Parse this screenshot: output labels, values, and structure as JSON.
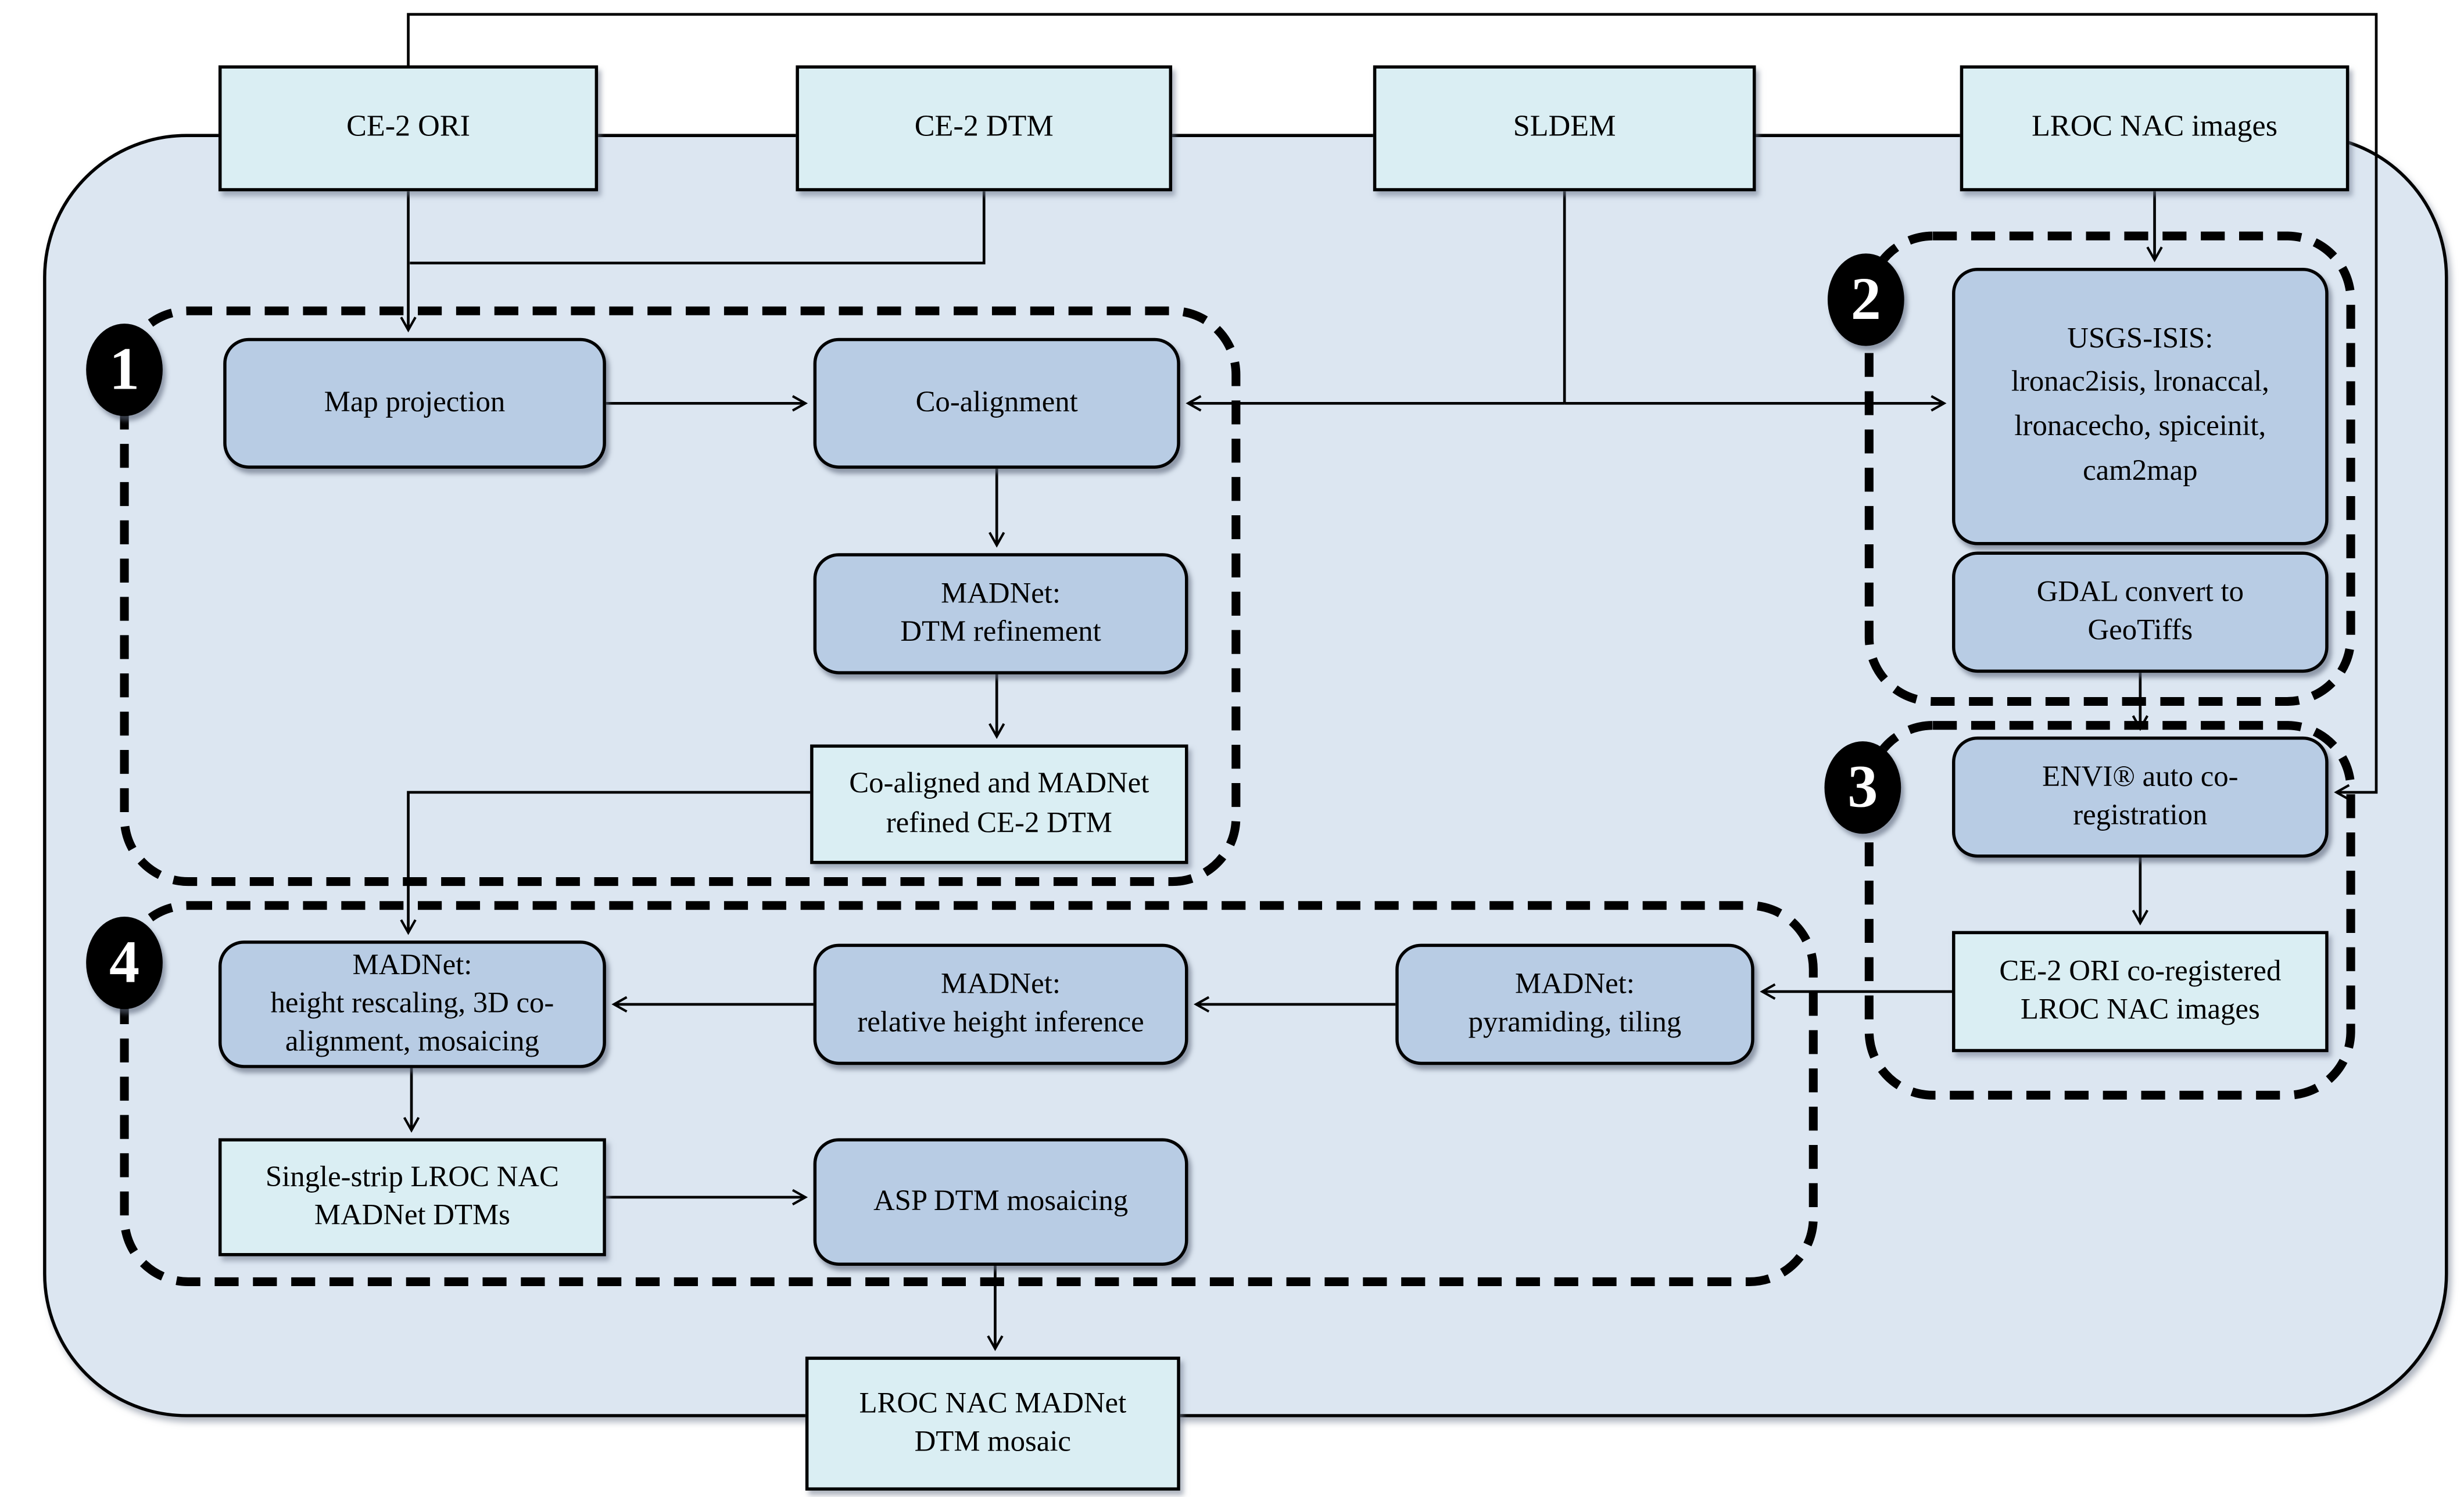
{
  "diagram": {
    "title": "LROC NAC MADNet DTM processing pipeline flowchart",
    "inputs": [
      {
        "id": "ce2-ori",
        "label": "CE-2 ORI"
      },
      {
        "id": "ce2-dtm",
        "label": "CE-2 DTM"
      },
      {
        "id": "sldem",
        "label": "SLDEM"
      },
      {
        "id": "lroc-nac",
        "label": "LROC NAC images"
      }
    ],
    "sections": [
      {
        "badge": "1",
        "steps": [
          {
            "id": "map-projection",
            "label": "Map projection"
          },
          {
            "id": "co-alignment",
            "label": "Co-alignment"
          },
          {
            "id": "madnet-dtm-refinement",
            "label": "MADNet:\nDTM refinement"
          },
          {
            "id": "coaligned-refined-ce2-dtm",
            "label": "Co-aligned and MADNet\nrefined CE-2 DTM"
          }
        ]
      },
      {
        "badge": "2",
        "steps": [
          {
            "id": "usgs-isis",
            "label": "USGS-ISIS:\nlronac2isis, lronaccal,\nlronacecho, spiceinit,\ncam2map"
          },
          {
            "id": "gdal-geotiffs",
            "label": "GDAL convert to\nGeoTiffs"
          }
        ]
      },
      {
        "badge": "3",
        "steps": [
          {
            "id": "envi-auto-coregistration",
            "label": "ENVI® auto co-\nregistration"
          },
          {
            "id": "ce2-ori-coregistered-lroc",
            "label": "CE-2 ORI co-registered\nLROC NAC images"
          }
        ]
      },
      {
        "badge": "4",
        "steps": [
          {
            "id": "madnet-height-rescaling",
            "label": "MADNet:\nheight rescaling, 3D co-\nalignment, mosaicing"
          },
          {
            "id": "madnet-relative-height",
            "label": "MADNet:\nrelative height inference"
          },
          {
            "id": "madnet-pyramiding",
            "label": "MADNet:\npyramiding, tiling"
          },
          {
            "id": "single-strip-dtms",
            "label": "Single-strip LROC NAC\nMADNet DTMs"
          },
          {
            "id": "asp-dtm-mosaicing",
            "label": "ASP DTM mosaicing"
          }
        ]
      }
    ],
    "output": {
      "id": "lroc-nac-madnet-dtm-mosaic",
      "label": "LROC NAC MADNet\nDTM mosaic"
    },
    "colors": {
      "container_fill": "#DCE6F1",
      "io_box_fill": "#DAEEF3",
      "process_box_fill": "#B8CCE4",
      "line": "#000000",
      "badge_fill": "#000000",
      "badge_text": "#FFFFFF"
    }
  }
}
